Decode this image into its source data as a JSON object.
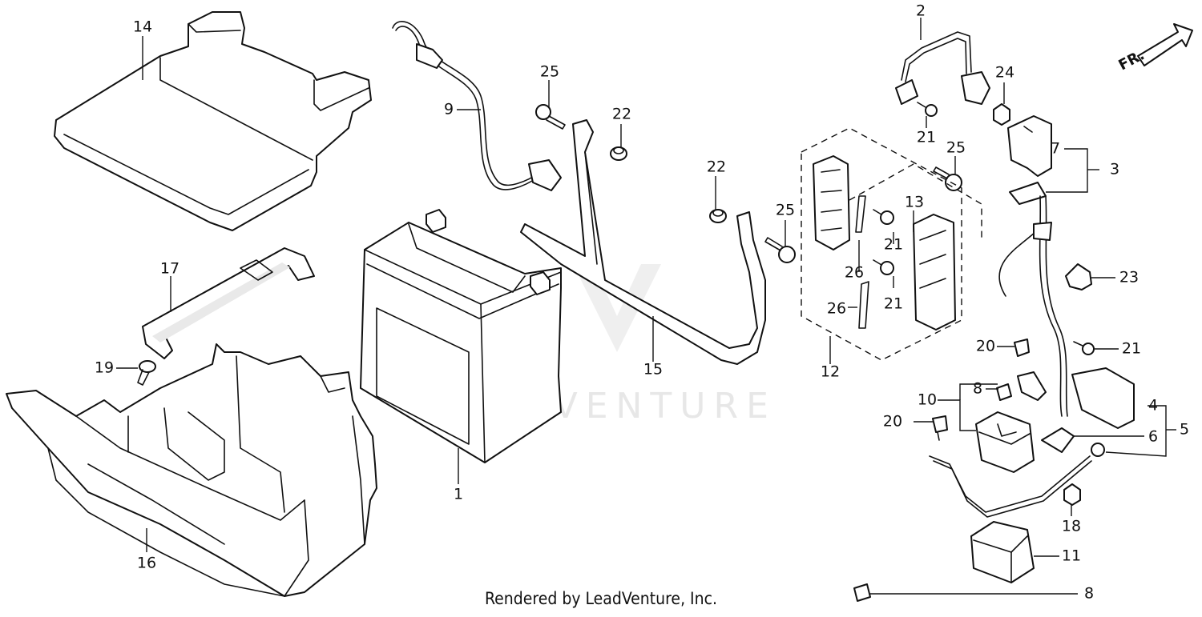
{
  "diagram": {
    "watermark": "LEADVENTURE",
    "front_marker": "FR.",
    "footer": "Rendered by LeadVenture, Inc.",
    "callouts": [
      {
        "id": "c14",
        "text": "14"
      },
      {
        "id": "c9",
        "text": "9"
      },
      {
        "id": "c25a",
        "text": "25"
      },
      {
        "id": "c22a",
        "text": "22"
      },
      {
        "id": "c22b",
        "text": "22"
      },
      {
        "id": "c25b",
        "text": "25"
      },
      {
        "id": "c17",
        "text": "17"
      },
      {
        "id": "c19",
        "text": "19"
      },
      {
        "id": "c16",
        "text": "16"
      },
      {
        "id": "c1",
        "text": "1"
      },
      {
        "id": "c15",
        "text": "15"
      },
      {
        "id": "c2",
        "text": "2"
      },
      {
        "id": "c24",
        "text": "24"
      },
      {
        "id": "c21a",
        "text": "21"
      },
      {
        "id": "c25c",
        "text": "25"
      },
      {
        "id": "c7",
        "text": "7"
      },
      {
        "id": "c3",
        "text": "3"
      },
      {
        "id": "c13",
        "text": "13"
      },
      {
        "id": "c21b",
        "text": "21"
      },
      {
        "id": "c26a",
        "text": "26"
      },
      {
        "id": "c21c",
        "text": "21"
      },
      {
        "id": "c26b",
        "text": "26"
      },
      {
        "id": "c12",
        "text": "12"
      },
      {
        "id": "c23",
        "text": "23"
      },
      {
        "id": "c20a",
        "text": "20"
      },
      {
        "id": "c21d",
        "text": "21"
      },
      {
        "id": "c8a",
        "text": "8"
      },
      {
        "id": "c10",
        "text": "10"
      },
      {
        "id": "c4",
        "text": "4"
      },
      {
        "id": "c5",
        "text": "5"
      },
      {
        "id": "c20b",
        "text": "20"
      },
      {
        "id": "c6",
        "text": "6"
      },
      {
        "id": "c18",
        "text": "18"
      },
      {
        "id": "c11",
        "text": "11"
      },
      {
        "id": "c8b",
        "text": "8"
      }
    ]
  }
}
